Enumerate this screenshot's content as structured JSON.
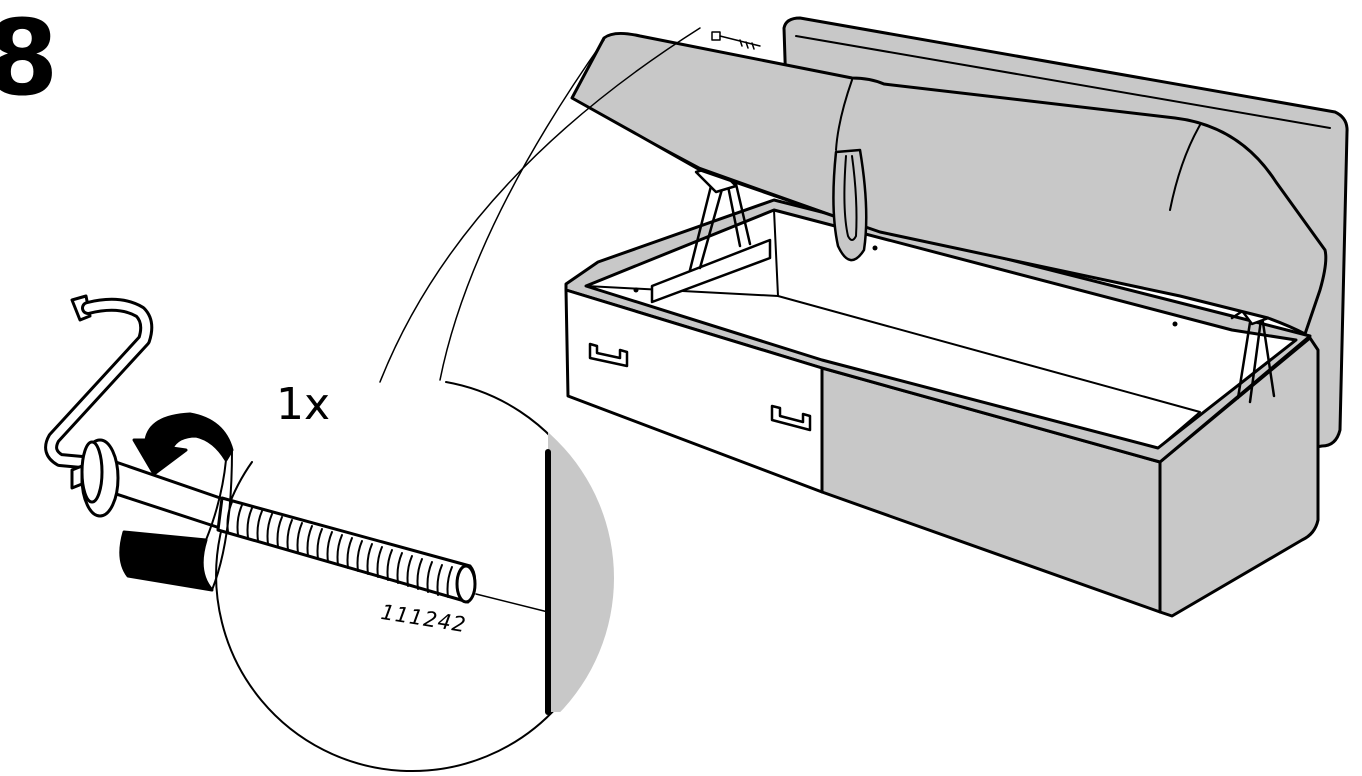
{
  "instruction": {
    "step_number": "8",
    "quantity": "1x",
    "part_code": "111242"
  },
  "colors": {
    "upholstery": "#c8c8c8",
    "outline": "#000000",
    "background": "#ffffff"
  },
  "icons": [
    "allen-key-icon",
    "bolt-icon",
    "rotate-arrow-icon"
  ]
}
